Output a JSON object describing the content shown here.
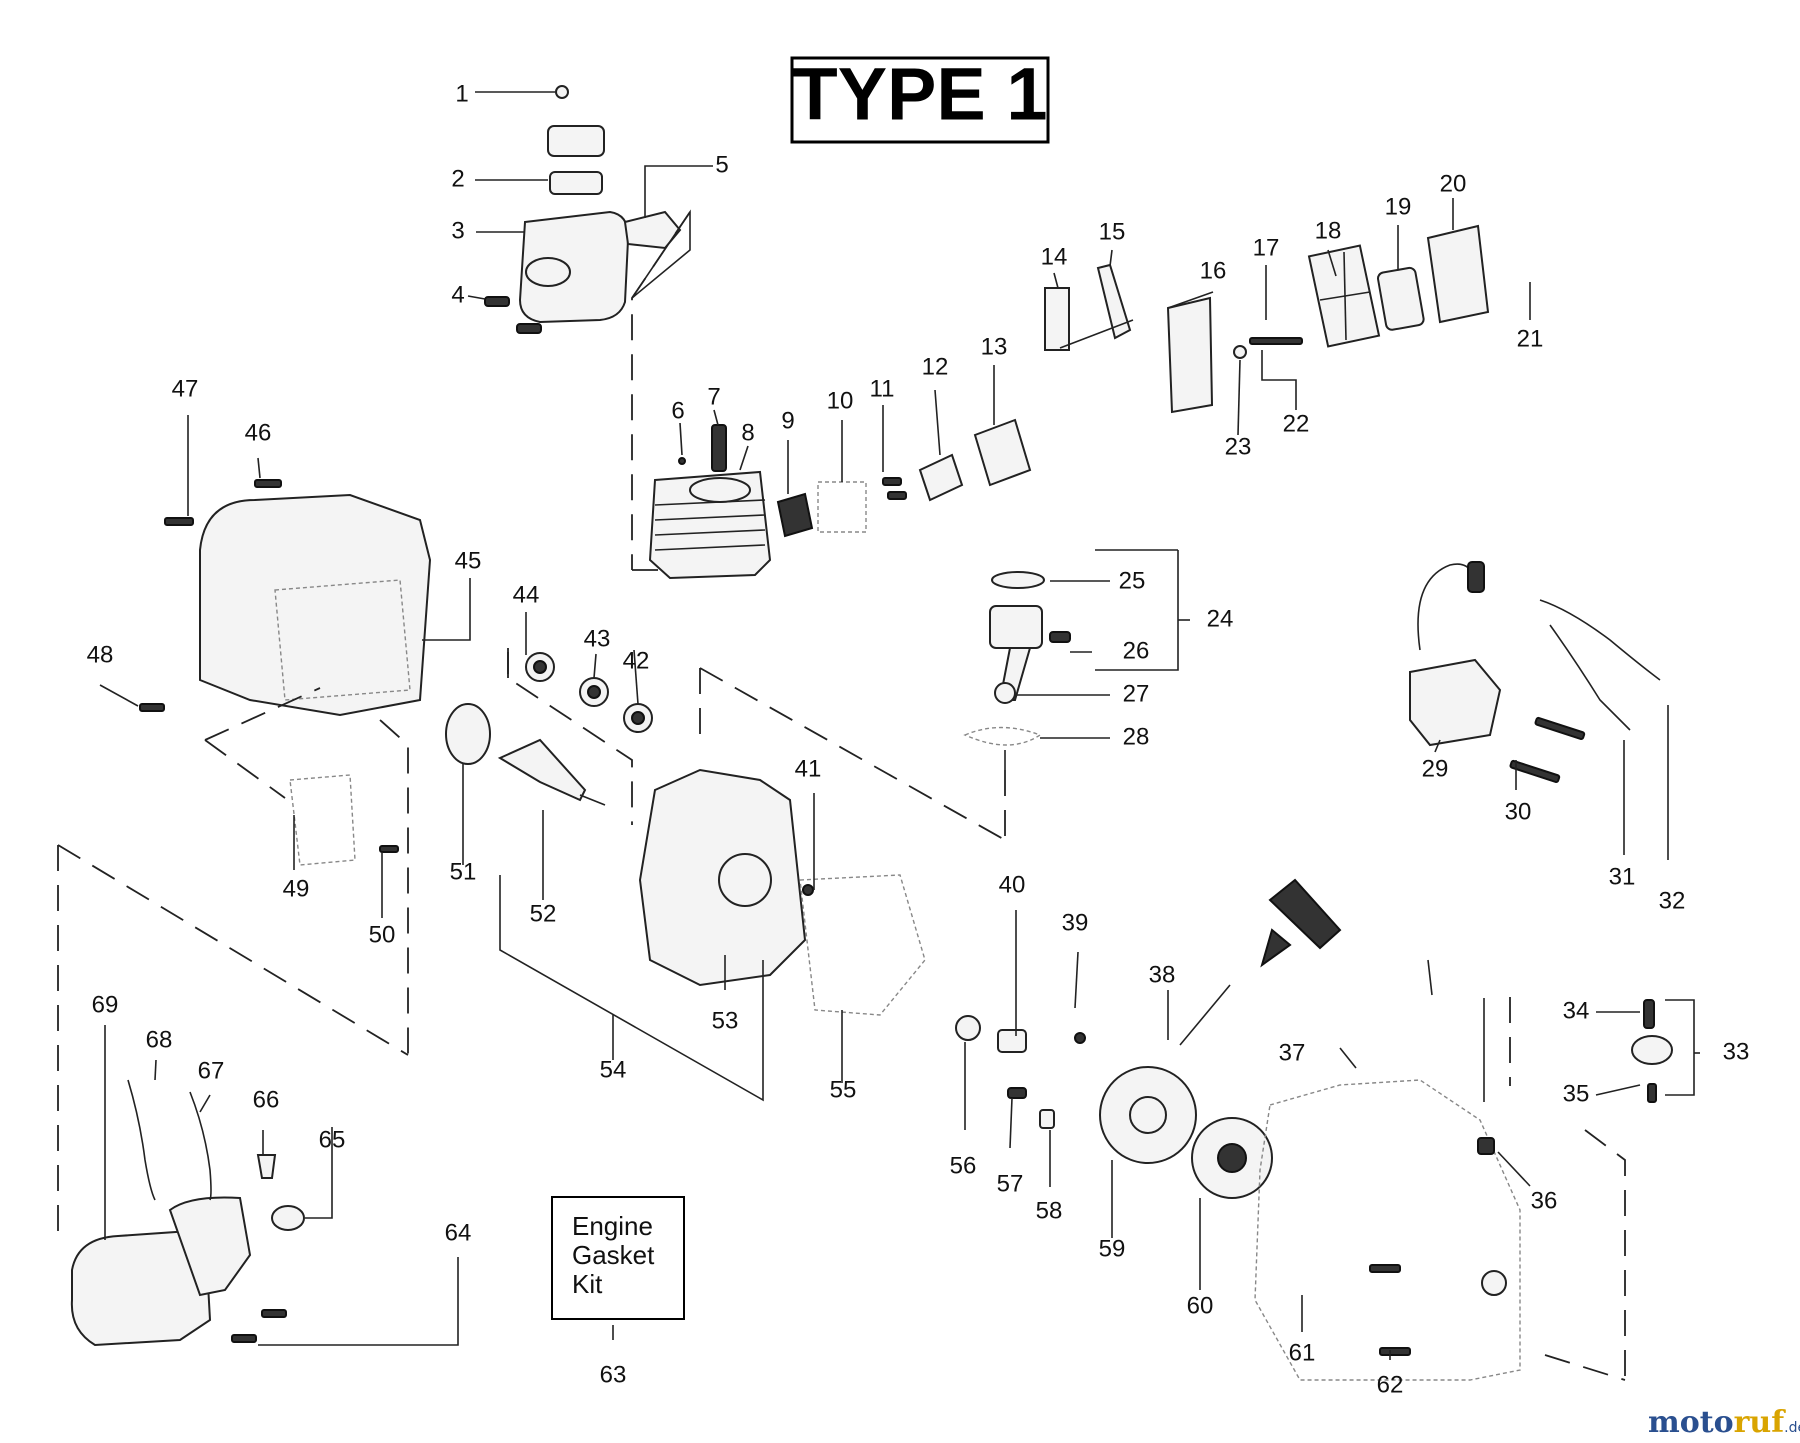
{
  "title": "TYPE 1",
  "kit_label": [
    "Engine",
    "Gasket",
    "Kit"
  ],
  "part_numbers": [
    "1",
    "2",
    "3",
    "4",
    "5",
    "6",
    "7",
    "8",
    "9",
    "10",
    "11",
    "12",
    "13",
    "14",
    "15",
    "16",
    "17",
    "18",
    "19",
    "20",
    "21",
    "22",
    "23",
    "24",
    "25",
    "26",
    "27",
    "28",
    "29",
    "30",
    "31",
    "32",
    "33",
    "34",
    "35",
    "36",
    "37",
    "38",
    "39",
    "40",
    "41",
    "42",
    "43",
    "44",
    "45",
    "46",
    "47",
    "48",
    "49",
    "50",
    "51",
    "52",
    "53",
    "54",
    "55",
    "56",
    "57",
    "58",
    "59",
    "60",
    "61",
    "62",
    "63",
    "64",
    "65",
    "66",
    "67",
    "68",
    "69"
  ],
  "watermark": {
    "part1": "moto",
    "part2": "ruf",
    "suffix": ".de"
  }
}
